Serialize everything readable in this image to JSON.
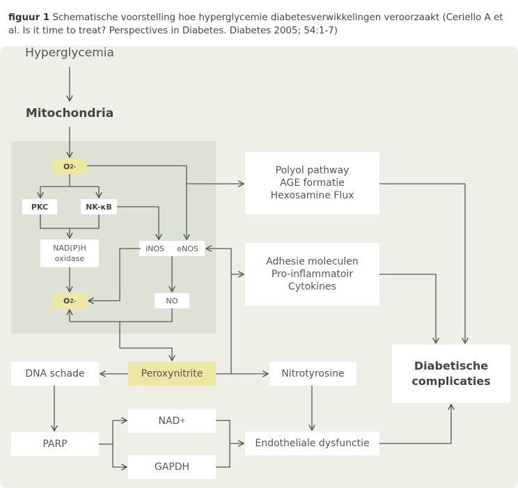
{
  "caption": {
    "lead": "figuur 1",
    "text": "Schematische voorstelling hoe hyperglycemie diabetesverwikkelingen veroorzaakt (Ceriello A et al. Is it time to treat? Perspectives in Diabetes. Diabetes 2005; 54:1-7)"
  },
  "nodes": {
    "hyperglycemia": "Hyperglycemia",
    "mitochondria": "Mitochondria",
    "o2_top": {
      "base": "O",
      "sub": "2",
      "sup": "-"
    },
    "pkc": "PKC",
    "nfkb": "NK-κB",
    "nadph": [
      "NAD(P)H",
      "oxidase"
    ],
    "inos": "iNOS",
    "enos": "eNOS",
    "o2_bottom": {
      "base": "O",
      "sub": "2",
      "sup": "-"
    },
    "no": "NO",
    "peroxynitrite": "Peroxynitrite",
    "polyol": [
      "Polyol pathway",
      "AGE formatie",
      "Hexosamine Flux"
    ],
    "adhesie": [
      "Adhesie moleculen",
      "Pro-inflammatoir",
      "Cytokines"
    ],
    "diabetische": [
      "Diabetische",
      "complicaties"
    ],
    "dna": "DNA schade",
    "nitrotyrosine": "Nitrotyrosine",
    "parp": "PARP",
    "nad": {
      "base": "NAD",
      "sup": "+"
    },
    "gapdh": "GAPDH",
    "endotheliale": "Endotheliale dysfunctie"
  },
  "colors": {
    "panel": "#eef0e7",
    "inner": "#dde2d5",
    "highlight": "#ede8a1",
    "arrow": "#555555"
  }
}
